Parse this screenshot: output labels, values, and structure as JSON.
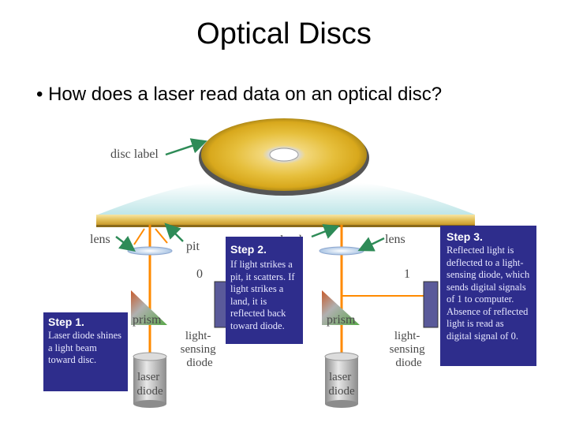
{
  "title": "Optical Discs",
  "bullet": "• How does a laser read data on an optical disc?",
  "labels": {
    "disc_label": "disc label",
    "lens_left": "lens",
    "lens_right": "lens",
    "pit": "pit",
    "land": "land",
    "zero": "0",
    "one": "1",
    "prism_left": "prism",
    "prism_right": "prism",
    "sensor_left": [
      "light-",
      "sensing",
      "diode"
    ],
    "sensor_right": [
      "light-",
      "sensing",
      "diode"
    ],
    "laser_left": [
      "laser",
      "diode"
    ],
    "laser_right": [
      "laser",
      "diode"
    ]
  },
  "steps": {
    "step1": {
      "heading": "Step 1.",
      "text": "Laser diode shines a light beam toward disc."
    },
    "step2": {
      "heading": "Step 2.",
      "text": "If light strikes a pit, it scatters. If light strikes a land, it is reflected back toward diode."
    },
    "step3": {
      "heading": "Step 3.",
      "text": "Reflected light is deflected to a light-sensing diode, which sends digital signals of 1 to computer. Absence of reflected light is read as digital signal of 0."
    }
  },
  "colors": {
    "step_box": "#2e2d8c",
    "arrow": "#2e8b57",
    "beam": "#ff8a00",
    "disc_gold": "#e8c44a",
    "sensor": "#5a5a9a"
  }
}
